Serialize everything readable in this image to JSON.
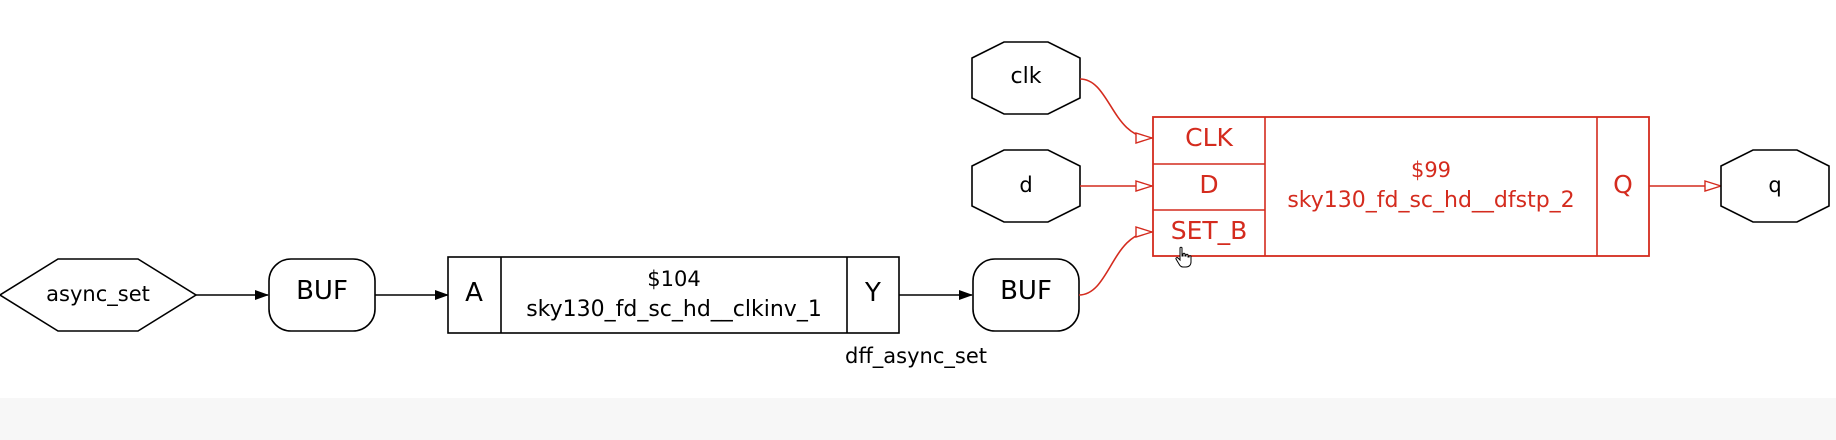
{
  "diagram": {
    "ports": {
      "async_set": "async_set",
      "clk": "clk",
      "d": "d",
      "q": "q"
    },
    "buffers": {
      "buf1": "BUF",
      "buf2": "BUF"
    },
    "inverter_cell": {
      "id": "$104",
      "type": "sky130_fd_sc_hd__clkinv_1",
      "pin_in": "A",
      "pin_out": "Y"
    },
    "dff_cell": {
      "id": "$99",
      "type": "sky130_fd_sc_hd__dfstp_2",
      "pin_clk": "CLK",
      "pin_d": "D",
      "pin_set": "SET_B",
      "pin_q": "Q"
    },
    "net_label": "dff_async_set",
    "colors": {
      "default": "#000000",
      "highlight": "#d42b1e"
    }
  }
}
